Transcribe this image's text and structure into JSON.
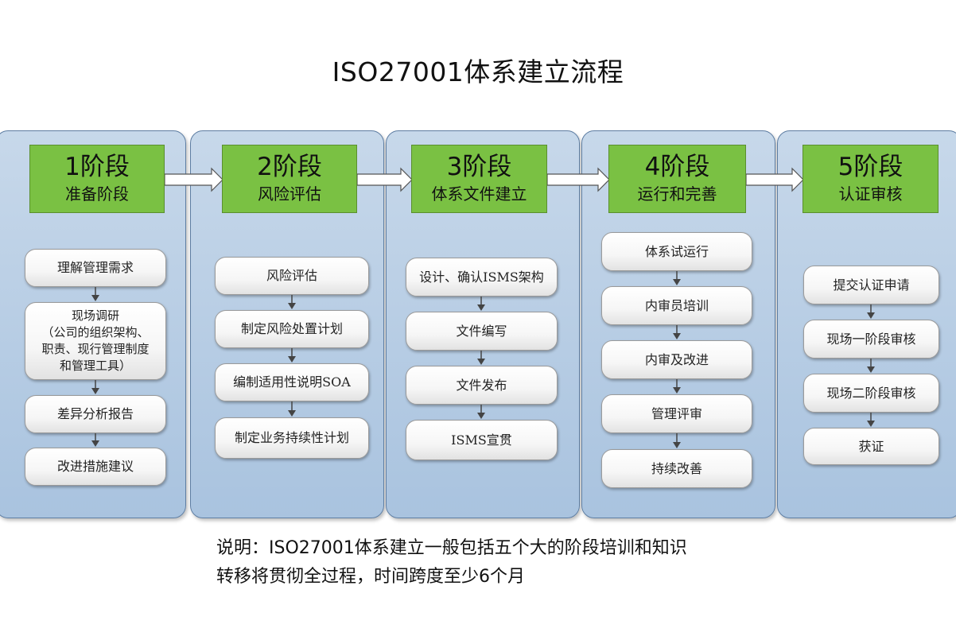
{
  "title": "ISO27001体系建立流程",
  "stages": [
    {
      "num": "1阶段",
      "name": "准备阶段",
      "steps": [
        "理解管理需求",
        "现场调研\n（公司的组织架构、\n职责、现行管理制度\n和管理工具）",
        "差异分析报告",
        "改进措施建议"
      ]
    },
    {
      "num": "2阶段",
      "name": "风险评估",
      "steps": [
        "风险评估",
        "制定风险处置计划",
        "编制适用性说明SOA",
        "制定业务持续性计划"
      ]
    },
    {
      "num": "3阶段",
      "name": "体系文件建立",
      "steps": [
        "设计、确认ISMS架构",
        "文件编写",
        "文件发布",
        "ISMS宣贯"
      ]
    },
    {
      "num": "4阶段",
      "name": "运行和完善",
      "steps": [
        "体系试运行",
        "内审员培训",
        "内审及改进",
        "管理评审",
        "持续改善"
      ]
    },
    {
      "num": "5阶段",
      "name": "认证审核",
      "steps": [
        "提交认证申请",
        "现场一阶段审核",
        "现场二阶段审核",
        "获证"
      ]
    }
  ],
  "note": {
    "line1": "说明：ISO27001体系建立一般包括五个大的阶段培训和知识",
    "line2": "转移将贯彻全过程，时间跨度至少6个月"
  },
  "colors": {
    "panel_fill": "#b8cde4",
    "panel_border": "#5e7ea3",
    "stage_green": "#7ac143",
    "arrow_dark": "#444444"
  }
}
